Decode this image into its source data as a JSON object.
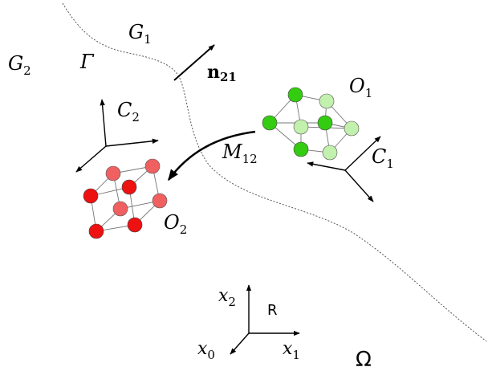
{
  "domains": {
    "g1": {
      "base": "G",
      "sub": "1"
    },
    "g2": {
      "base": "G",
      "sub": "2"
    },
    "interface": "Γ",
    "omega": "Ω"
  },
  "normal": {
    "base": "n",
    "sub": "21"
  },
  "objects": {
    "o1": {
      "base": "O",
      "sub": "1",
      "color": "#33cc11",
      "faded_color": "#c2f0ad"
    },
    "o2": {
      "base": "O",
      "sub": "2",
      "color": "#ee1111",
      "faded_color": "#f06060"
    }
  },
  "frames": {
    "c1": {
      "base": "C",
      "sub": "1"
    },
    "c2": {
      "base": "C",
      "sub": "2"
    }
  },
  "mapping": {
    "base": "M",
    "sub": "12"
  },
  "reference": {
    "label": "R",
    "axes": [
      {
        "base": "x",
        "sub": "0"
      },
      {
        "base": "x",
        "sub": "1"
      },
      {
        "base": "x",
        "sub": "2"
      }
    ]
  }
}
